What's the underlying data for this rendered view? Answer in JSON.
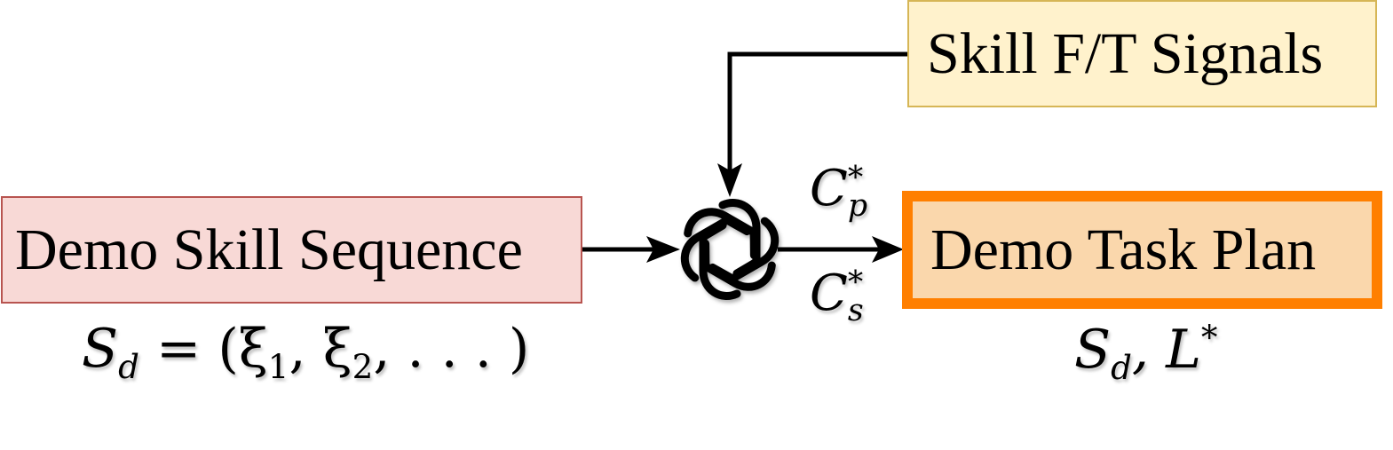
{
  "boxes": {
    "signals": "Skill F/T Signals",
    "demo_sequence": "Demo Skill Sequence",
    "task_plan": "Demo Task Plan"
  },
  "formulas": {
    "sequence": {
      "main": "S",
      "sub": "d",
      "rest": " = (ξ",
      "x1": "1",
      "comma": ", ξ",
      "x2": "2",
      "tail": ", . . . )"
    },
    "plan": {
      "main": "S",
      "sub": "d",
      "rest": ", L",
      "sup": "*"
    },
    "cp": {
      "main": "C",
      "sub": "p",
      "sup": "*"
    },
    "cs": {
      "main": "C",
      "sub": "s",
      "sup": "*"
    }
  },
  "icons": {
    "llm": "openai-logo-icon"
  },
  "colors": {
    "signals_fill": "#fff2cc",
    "signals_border": "#d6b656",
    "sequence_fill": "#f8d9d6",
    "sequence_border": "#b85450",
    "plan_fill": "#fad7ac",
    "plan_border": "#ff7f00"
  }
}
